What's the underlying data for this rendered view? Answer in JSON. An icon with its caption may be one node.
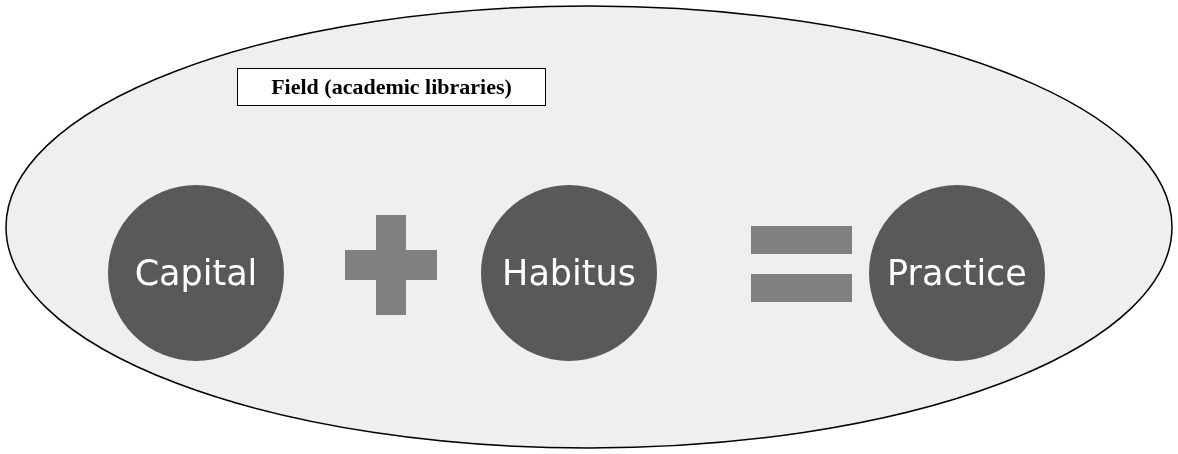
{
  "diagram": {
    "nodes": [
      {
        "text": [],
        "shape": "ellipse"
      },
      {
        "text": [
          "Field (academic libraries)"
        ],
        "in": 0
      },
      {
        "text": [
          "Capital"
        ],
        "in": 0
      },
      {
        "text": [
          "Habitus"
        ],
        "in": 0
      },
      {
        "text": [
          "Practice"
        ],
        "in": 0
      }
    ]
  }
}
